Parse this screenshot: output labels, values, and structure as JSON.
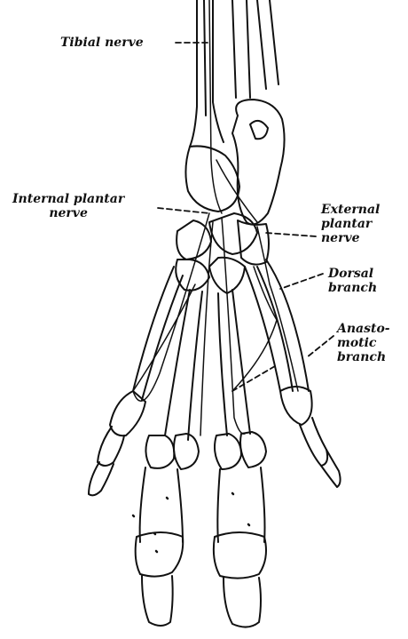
{
  "labels": {
    "tibial": "Tibial nerve",
    "internal_1": "Internal plantar",
    "internal_2": "nerve",
    "external_1": "External",
    "external_2": "plantar",
    "external_3": "nerve",
    "dorsal_1": "Dorsal",
    "dorsal_2": "branch",
    "anasto_1": "Anasto-",
    "anasto_2": "motic",
    "anasto_3": "branch"
  },
  "colors": {
    "ink": "#111111",
    "paper": "#ffffff"
  }
}
